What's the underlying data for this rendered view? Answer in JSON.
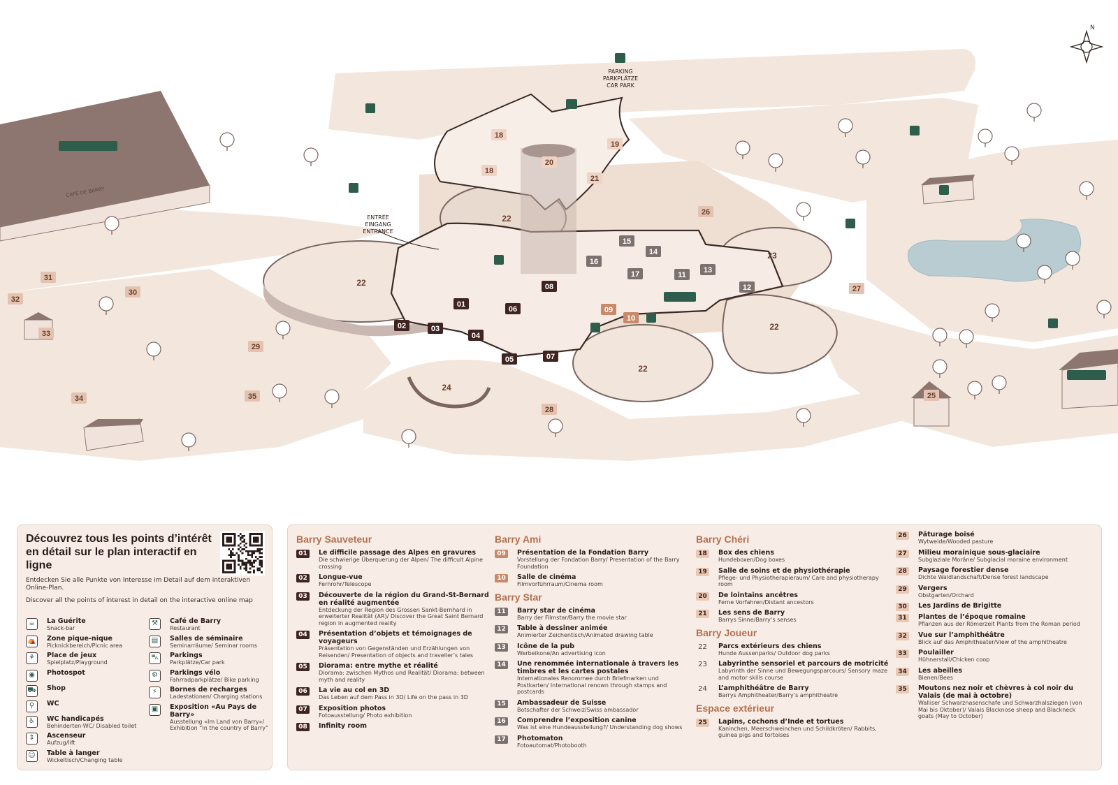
{
  "map": {
    "labels": {
      "parking": "PARKING",
      "parkplaetze": "PARKPLÄTZE",
      "car_park": "CAR PARK",
      "entree": "ENTRÉE",
      "eingang": "EINGANG",
      "entrance": "ENTRANCE",
      "cafe": "CAFE DE BARRY",
      "compass_n": "N"
    },
    "dark_markers": [
      "01",
      "02",
      "03",
      "04",
      "05",
      "06",
      "07",
      "08"
    ],
    "peach_markers": [
      "09",
      "10"
    ],
    "grey_markers": [
      "11",
      "12",
      "13",
      "14",
      "15",
      "16",
      "17"
    ],
    "light_markers": [
      "18",
      "19",
      "20",
      "21",
      "18"
    ],
    "area_labels": [
      "22",
      "22",
      "22",
      "22",
      "23",
      "24"
    ],
    "outer_markers": [
      "25",
      "26",
      "27",
      "28",
      "29",
      "30",
      "31",
      "32",
      "33",
      "34",
      "35"
    ]
  },
  "qr_panel": {
    "title": "Découvrez tous les points d’intérêt en détail sur le plan interactif en ligne",
    "de_text": "Entdecken Sie alle Punkte von Interesse im Detail auf dem interaktiven Online-Plan.",
    "en_text": "Discover all the points of interest in detail on the interactive online map",
    "services_left": [
      {
        "icon": "snack-icon",
        "title": "La Guérite",
        "sub": "Snack-bar"
      },
      {
        "icon": "picnic-icon",
        "title": "Zone pique-nique",
        "sub": "Picknickbereich/Picnic area"
      },
      {
        "icon": "playground-icon",
        "title": "Place de jeux",
        "sub": "Spielplatz/Playground"
      },
      {
        "icon": "camera-icon",
        "title": "Photospot",
        "sub": ""
      },
      {
        "icon": "shop-icon",
        "title": "Shop",
        "sub": ""
      },
      {
        "icon": "wc-icon",
        "title": "WC",
        "sub": ""
      },
      {
        "icon": "wheelchair-icon",
        "title": "WC handicapés",
        "sub": "Behinderten-WC/ Disabled toilet"
      },
      {
        "icon": "elevator-icon",
        "title": "Ascenseur",
        "sub": "Aufzug/lift"
      },
      {
        "icon": "baby-icon",
        "title": "Table à langer",
        "sub": "Wickeltisch/Changing table"
      }
    ],
    "services_right": [
      {
        "icon": "restaurant-icon",
        "title": "Café de Barry",
        "sub": "Restaurant"
      },
      {
        "icon": "seminar-icon",
        "title": "Salles de séminaire",
        "sub": "Seminarräume/ Seminar rooms"
      },
      {
        "icon": "car-icon",
        "title": "Parkings",
        "sub": "Parkplätze/Car park"
      },
      {
        "icon": "bike-icon",
        "title": "Parkings vélo",
        "sub": "Fahrradparkplätze/ Bike parking"
      },
      {
        "icon": "charging-icon",
        "title": "Bornes de recharges",
        "sub": "Ladestationen/ Charging stations"
      },
      {
        "icon": "exhibition-icon",
        "title": "Exposition «Au Pays de Barry»",
        "sub": "Ausstellung «Im Land von Barry»/ Exhibition “In the country of Barry”"
      }
    ]
  },
  "legend": {
    "col1": [
      {
        "section": "Barry Sauveteur"
      },
      {
        "num": "01",
        "style": "dark",
        "title": "Le difficile passage des Alpes en gravures",
        "sub": "Die schwierige Überquerung der Alpen/ The difficult Alpine crossing"
      },
      {
        "num": "02",
        "style": "dark",
        "title": "Longue-vue",
        "sub": "Fernrohr/Telescope"
      },
      {
        "num": "03",
        "style": "dark",
        "title": "Découverte de la région du Grand-St-Bernard en réalité augmentée",
        "sub": "Entdeckung der Region des Grossen Sankt-Bernhard in erweiterter Realität (AR)/ Discover the Great Saint Bernard region in augmented reality"
      },
      {
        "num": "04",
        "style": "dark",
        "title": "Présentation d’objets et témoignages de voyageurs",
        "sub": "Präsentation von Gegenständen und Erzählungen von Reisenden/ Presentation of objects and traveller’s tales"
      },
      {
        "num": "05",
        "style": "dark",
        "title": "Diorama: entre mythe et réalité",
        "sub": "Diorama: zwischen Mythos und Realität/ Diorama: between myth and reality"
      },
      {
        "num": "06",
        "style": "dark",
        "title": "La vie au col en 3D",
        "sub": "Das Leben auf dem Pass in 3D/ Life on the pass in 3D"
      },
      {
        "num": "07",
        "style": "dark",
        "title": "Exposition photos",
        "sub": "Fotoausstellung/ Photo exhibition"
      },
      {
        "num": "08",
        "style": "dark",
        "title": "Infinity room",
        "sub": ""
      }
    ],
    "col2": [
      {
        "section": "Barry Ami"
      },
      {
        "num": "09",
        "style": "peach",
        "title": "Présentation de la Fondation Barry",
        "sub": "Vorstellung der Fondation Barry/ Presentation of the Barry Foundation"
      },
      {
        "num": "10",
        "style": "peach",
        "title": "Salle de cinéma",
        "sub": "Filmvorführraum/Cinema room"
      },
      {
        "section": "Barry Star"
      },
      {
        "num": "11",
        "style": "grey",
        "title": "Barry star de cinéma",
        "sub": "Barry der Filmstar/Barry the movie star"
      },
      {
        "num": "12",
        "style": "grey",
        "title": "Table à dessiner animée",
        "sub": "Animierter Zeichentisch/Animated drawing table"
      },
      {
        "num": "13",
        "style": "grey",
        "title": "Icône de la pub",
        "sub": "Werbeikone/An advertising icon"
      },
      {
        "num": "14",
        "style": "grey",
        "title": "Une renommée internationale à travers les timbres et les cartes postales",
        "sub": "Internationales Renommee durch Briefmarken und Postkarten/ International renown through stamps and postcards"
      },
      {
        "num": "15",
        "style": "grey",
        "title": "Ambassadeur de Suisse",
        "sub": "Botschafter der Schweiz/Swiss ambassador"
      },
      {
        "num": "16",
        "style": "grey",
        "title": "Comprendre l’exposition canine",
        "sub": "Was ist eine Hundeausstellung?/ Understanding dog shows"
      },
      {
        "num": "17",
        "style": "grey",
        "title": "Photomaton",
        "sub": "Fotoautomat/Photobooth"
      }
    ],
    "col3": [
      {
        "section": "Barry Chéri"
      },
      {
        "num": "18",
        "style": "light",
        "title": "Box des chiens",
        "sub": "Hundeboxen/Dog boxes"
      },
      {
        "num": "19",
        "style": "light",
        "title": "Salle de soins et de physiothérapie",
        "sub": "Pflege- und Physiotherapieraum/ Care and physiotherapy room"
      },
      {
        "num": "20",
        "style": "light",
        "title": "De lointains ancêtres",
        "sub": "Ferne Vorfahren/Distant ancestors"
      },
      {
        "num": "21",
        "style": "light",
        "title": "Les sens de Barry",
        "sub": "Barrys Sinne/Barry’s senses"
      },
      {
        "section": "Barry Joueur"
      },
      {
        "num": "22",
        "style": "plain",
        "title": "Parcs extérieurs des chiens",
        "sub": "Hunde Aussenparks/ Outdoor dog parks"
      },
      {
        "num": "23",
        "style": "plain",
        "title": "Labyrinthe sensoriel et parcours de motricité",
        "sub": "Labyrinth der Sinne und Bewegungsparcours/ Sensory maze and motor skills course"
      },
      {
        "num": "24",
        "style": "plain",
        "title": "L’amphithéâtre de Barry",
        "sub": "Barrys Amphitheater/Barry’s amphitheatre"
      },
      {
        "section": "Espace extérieur"
      },
      {
        "num": "25",
        "style": "light",
        "title": "Lapins, cochons d’Inde et tortues",
        "sub": "Kaninchen, Meerschweinchen und Schildkröten/ Rabbits, guinea pigs and tortoises"
      }
    ],
    "col4": [
      {
        "num": "26",
        "style": "light",
        "title": "Pâturage boisé",
        "sub": "Wytweide/Wooded pasture"
      },
      {
        "num": "27",
        "style": "light",
        "title": "Milieu morainique sous-glaciaire",
        "sub": "Subglaziale Moräne/ Subglacial moraine environment"
      },
      {
        "num": "28",
        "style": "light",
        "title": "Paysage forestier dense",
        "sub": "Dichte Waldlandschaft/Dense forest landscape"
      },
      {
        "num": "29",
        "style": "light",
        "title": "Vergers",
        "sub": "Obstgarten/Orchard"
      },
      {
        "num": "30",
        "style": "light",
        "title": "Les Jardins de Brigitte",
        "sub": ""
      },
      {
        "num": "31",
        "style": "light",
        "title": "Plantes de l’époque romaine",
        "sub": "Pflanzen aus der Römerzeit Plants from the Roman period"
      },
      {
        "num": "32",
        "style": "light",
        "title": "Vue sur l’amphithéâtre",
        "sub": "Blick auf das Amphitheater/View of the amphitheatre"
      },
      {
        "num": "33",
        "style": "light",
        "title": "Poulailler",
        "sub": "Hühnerstall/Chicken coop"
      },
      {
        "num": "34",
        "style": "light",
        "title": "Les abeilles",
        "sub": "Bienen/Bees"
      },
      {
        "num": "35",
        "style": "light",
        "title": "Moutons nez noir et chèvres à col noir du Valais (de mai à octobre)",
        "sub": "Walliser Schwarznasenschafe und Schwarzhalsziegen (von Mai bis Oktober)/ Valais Blacknose sheep and Blackneck goats (May to October)"
      }
    ]
  },
  "colors": {
    "dark": "#3f2421",
    "peach": "#c98a6b",
    "grey": "#7d716d",
    "light": "#e9c8b4",
    "ground": "#f3e6dc",
    "accent": "#b4704f",
    "icon_green": "#2e5d4c"
  }
}
